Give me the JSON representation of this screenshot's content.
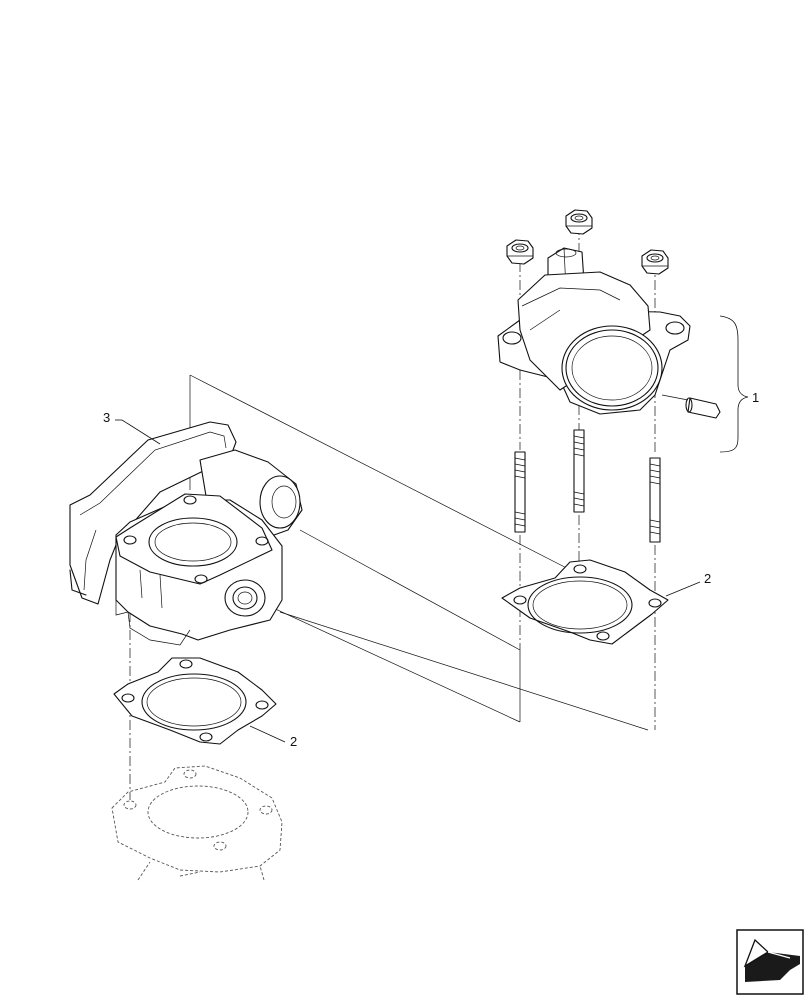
{
  "callouts": {
    "item_1": "1",
    "item_2_right": "2",
    "item_2_left": "2",
    "item_3": "3"
  },
  "nav_icon": {
    "name": "previous-page-arrow-icon"
  }
}
